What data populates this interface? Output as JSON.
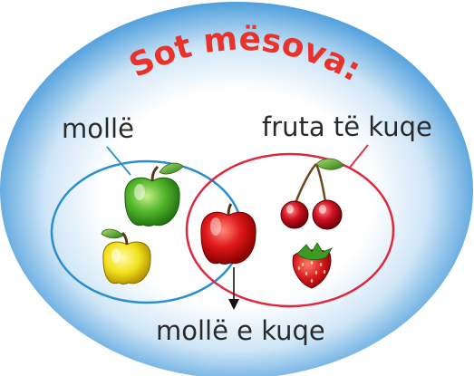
{
  "title": "Sot mësova:",
  "sets": {
    "left_label": "mollë",
    "right_label": "fruta të kuqe",
    "intersection_label": "mollë e kuqe"
  },
  "colors": {
    "title": "#e8322c",
    "left_circle": "#2a8fd0",
    "right_circle": "#e0273b",
    "label_text": "#2a2a2a",
    "background_edge": "#5aa8e0",
    "background_center": "#ffffff"
  },
  "items": {
    "left_only": [
      "green-apple-icon",
      "yellow-apple-icon"
    ],
    "intersection": [
      "red-apple-icon"
    ],
    "right_only": [
      "cherries-icon",
      "strawberry-icon"
    ]
  }
}
